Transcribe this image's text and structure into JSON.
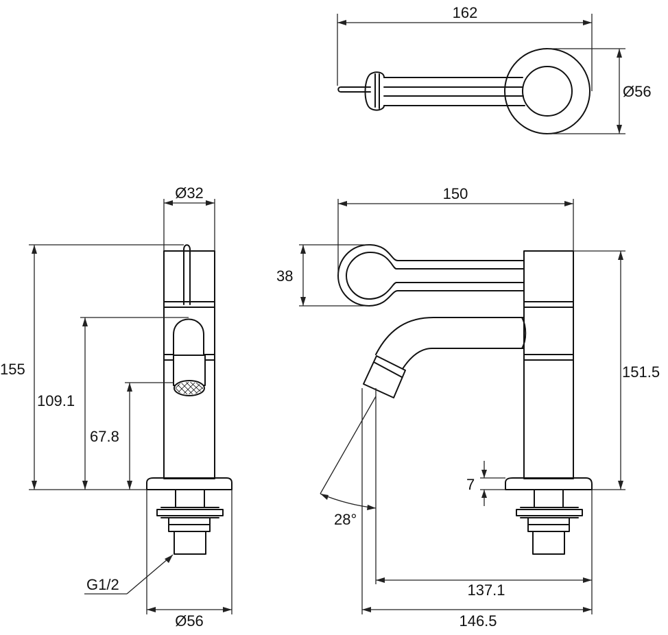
{
  "dimensions": {
    "top_width": "162",
    "top_diameter": "Ø56",
    "side_diameter_top": "Ø32",
    "side_height": "155",
    "side_spout_height": "109.1",
    "side_outlet_height": "67.8",
    "thread": "G1/2",
    "side_base_diameter": "Ø56",
    "front_width": "150",
    "handle_height": "38",
    "front_height": "151.5",
    "base_thickness": "7",
    "angle": "28°",
    "reach": "137.1",
    "total_depth": "146.5"
  }
}
